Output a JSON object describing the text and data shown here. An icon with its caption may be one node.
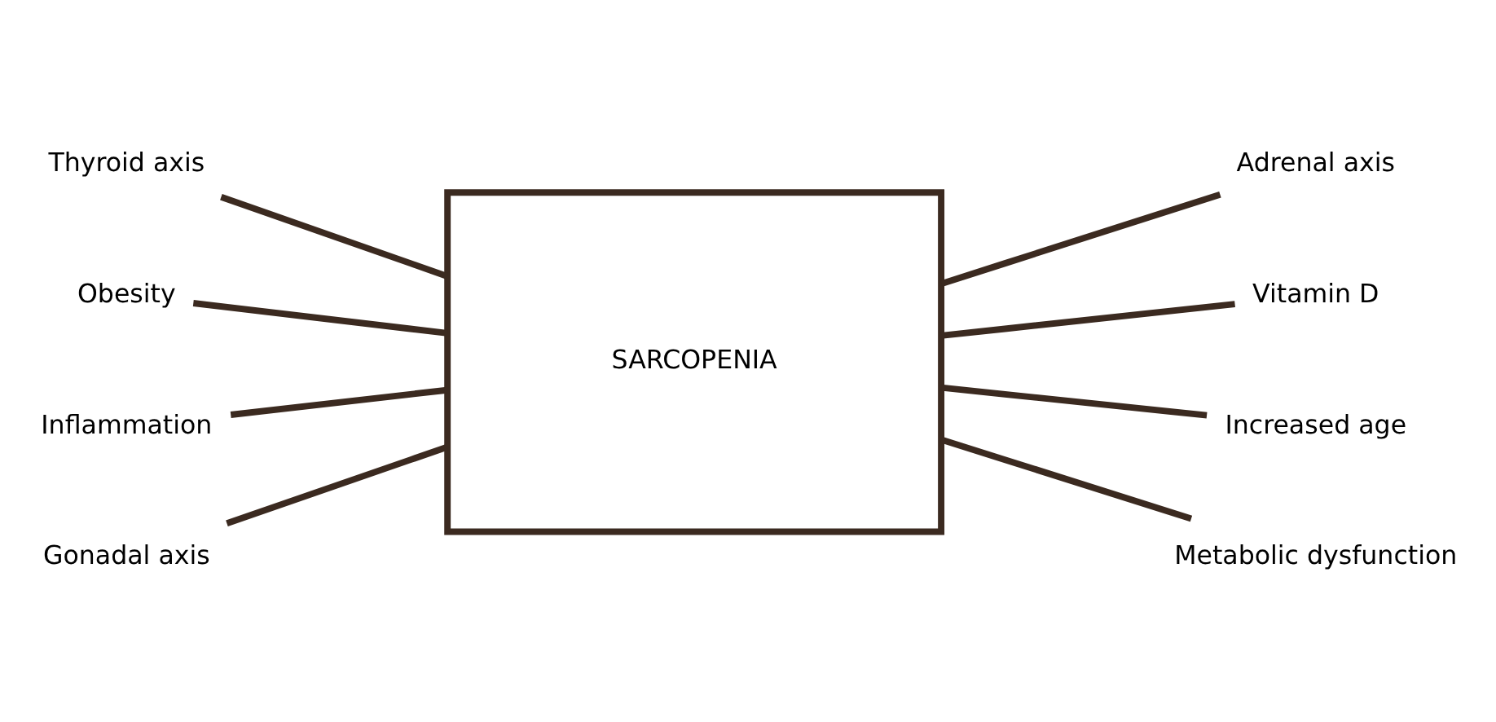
{
  "diagram": {
    "nodes": [
      {
        "text": [
          "SARCOPENIA"
        ]
      },
      {
        "text": [
          "Thyroid axis"
        ]
      },
      {
        "text": [
          "Adrenal axis"
        ]
      },
      {
        "text": [
          "Obesity"
        ]
      },
      {
        "text": [
          "Vitamin D"
        ]
      },
      {
        "text": [
          "Inflammation"
        ]
      },
      {
        "text": [
          "Increased age"
        ]
      },
      {
        "text": [
          "Gonadal axis"
        ]
      },
      {
        "text": [
          "Metabolic dysfunction"
        ]
      }
    ],
    "edges": [
      {
        "from": 1,
        "to": 0,
        "arrow": "none"
      },
      {
        "from": 0,
        "to": 2,
        "arrow": "none"
      },
      {
        "from": 3,
        "to": 0,
        "arrow": "none"
      },
      {
        "from": 0,
        "to": 4,
        "arrow": "none"
      },
      {
        "from": 5,
        "to": 0,
        "arrow": "none"
      },
      {
        "from": 0,
        "to": 6,
        "arrow": "none"
      },
      {
        "from": 7,
        "to": 0,
        "arrow": "none"
      },
      {
        "from": 0,
        "to": 8,
        "arrow": "none"
      }
    ]
  }
}
